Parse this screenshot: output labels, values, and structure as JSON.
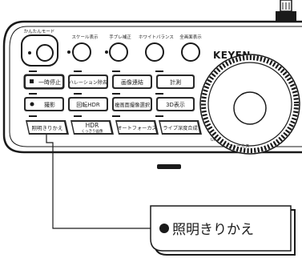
{
  "top_buttons": [
    {
      "label": "かんたんモード",
      "icon": "camera-icon"
    },
    {
      "label": "スケール表示"
    },
    {
      "label": "手ブレ補正"
    },
    {
      "label": "ホワイトバランス"
    },
    {
      "label": "全画面表示"
    }
  ],
  "brand": "KEYEN",
  "rows": [
    [
      {
        "label": "一時停止",
        "icon": "pause-square-icon"
      },
      {
        "label": "ハレーション除去"
      },
      {
        "label": "画像連結"
      },
      {
        "label": "計測"
      }
    ],
    [
      {
        "label": "撮影",
        "icon": "record-dot-icon"
      },
      {
        "label": "回転HDR"
      },
      {
        "label": "複画面撮像選択"
      },
      {
        "label": "3D表示"
      }
    ],
    [
      {
        "label": "照明きりかえ"
      },
      {
        "label": "HDR",
        "sublabel": "くっきり画像"
      },
      {
        "label": "オートフォーカス"
      },
      {
        "label": "ライブ深度合成"
      }
    ]
  ],
  "dial_labels": {
    "up": "UP",
    "focus": "フォーカス"
  },
  "callout": {
    "text": "照明きりかえ"
  },
  "colors": {
    "panel": "#ffffff",
    "key": "#2a2a2a",
    "outline": "#1a1a1a"
  }
}
